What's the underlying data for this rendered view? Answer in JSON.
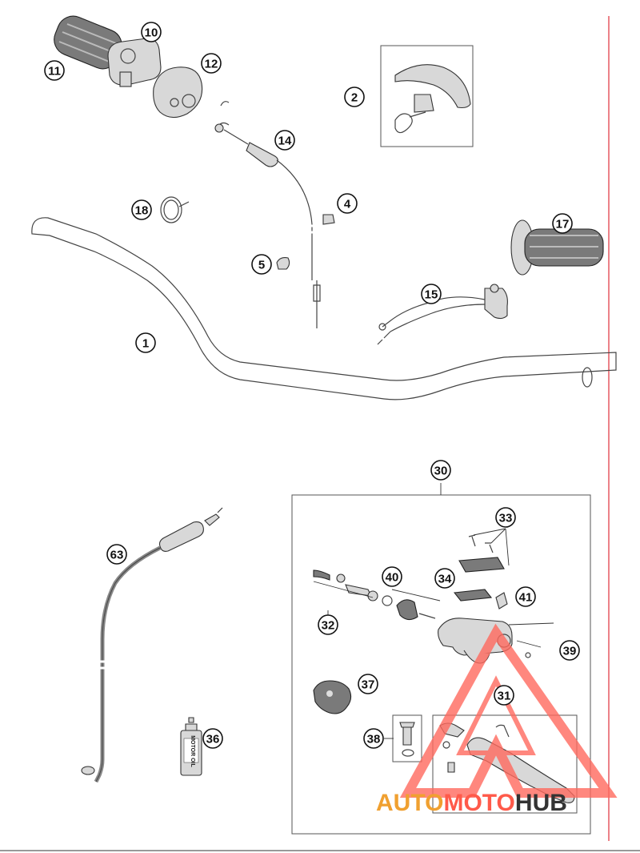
{
  "callouts": [
    {
      "label": "1"
    },
    {
      "label": "2"
    },
    {
      "label": "4"
    },
    {
      "label": "5"
    },
    {
      "label": "10"
    },
    {
      "label": "11"
    },
    {
      "label": "12"
    },
    {
      "label": "14"
    },
    {
      "label": "15"
    },
    {
      "label": "17"
    },
    {
      "label": "18"
    },
    {
      "label": "30"
    },
    {
      "label": "31"
    },
    {
      "label": "32"
    },
    {
      "label": "33"
    },
    {
      "label": "34"
    },
    {
      "label": "36"
    },
    {
      "label": "37"
    },
    {
      "label": "38"
    },
    {
      "label": "39"
    },
    {
      "label": "40"
    },
    {
      "label": "41"
    },
    {
      "label": "63"
    }
  ],
  "oil_bottle_label": "MOTOR OIL",
  "watermark": {
    "auto": "AUTO",
    "moto": "MOTO",
    "hub": "HUB",
    "color_auto": "#f0a030",
    "color_moto": "#ff5a4a",
    "color_hub": "#333333"
  },
  "colors": {
    "margin_line": "#e0303a",
    "line_art": "#444444"
  }
}
